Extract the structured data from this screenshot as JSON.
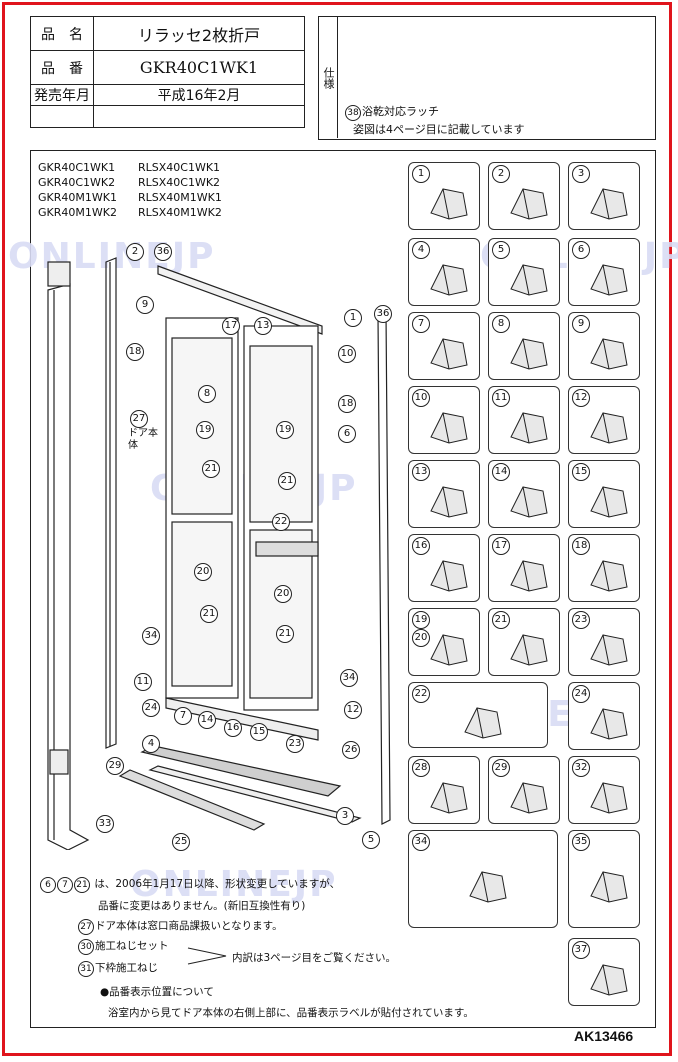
{
  "header": {
    "name_label": "品　名",
    "name_value": "リラッセ2枚折戸",
    "code_label": "品　番",
    "code_value": "GKR40C1WK1",
    "release_label": "発売年月",
    "release_value": "平成16年2月",
    "spec_label": "仕様",
    "spec_num": "38",
    "spec_line1": "浴乾対応ラッチ",
    "spec_line2": "姿図は4ページ目に記載しています"
  },
  "models": [
    {
      "code": "GKR40C1WK1",
      "alt": "RLSX40C1WK1"
    },
    {
      "code": "GKR40C1WK2",
      "alt": "RLSX40C1WK2"
    },
    {
      "code": "GKR40M1WK1",
      "alt": "RLSX40M1WK1"
    },
    {
      "code": "GKR40M1WK2",
      "alt": "RLSX40M1WK2"
    }
  ],
  "watermark": "ONLINEJP",
  "door_label": "ドア本体",
  "parts": [
    {
      "no": "1"
    },
    {
      "no": "2"
    },
    {
      "no": "3"
    },
    {
      "no": "4"
    },
    {
      "no": "5"
    },
    {
      "no": "6"
    },
    {
      "no": "7"
    },
    {
      "no": "8"
    },
    {
      "no": "9"
    },
    {
      "no": "10"
    },
    {
      "no": "11"
    },
    {
      "no": "12"
    },
    {
      "no": "13"
    },
    {
      "no": "14"
    },
    {
      "no": "15"
    },
    {
      "no": "16"
    },
    {
      "no": "17"
    },
    {
      "no": "18"
    },
    {
      "no": "19",
      "no2": "20"
    },
    {
      "no": "21"
    },
    {
      "no": "23"
    },
    {
      "no": "22"
    },
    {
      "no": "24"
    },
    {
      "no": "28"
    },
    {
      "no": "29"
    },
    {
      "no": "32"
    },
    {
      "no": "34"
    },
    {
      "no": "35"
    },
    {
      "no": "37"
    }
  ],
  "notes": {
    "n1_nums": [
      "6",
      "7",
      "21"
    ],
    "n1_text": "は、2006年1月17日以降、形状変更していますが、",
    "n1_text2": "品番に変更はありません。(新旧互換性有り)",
    "n2_num": "27",
    "n2_text": "ドア本体は窓口商品課扱いとなります。",
    "n3_num": "30",
    "n3_text": "施工ねじセット",
    "n4_num": "31",
    "n4_text": "下枠施工ねじ",
    "n34_text": "内訳は3ページ目をご覧ください。",
    "n5_text": "●品番表示位置について",
    "n6_text": "浴室内から見てドア本体の右側上部に、品番表示ラベルが貼付されています。"
  },
  "doc_id": "AK13466"
}
